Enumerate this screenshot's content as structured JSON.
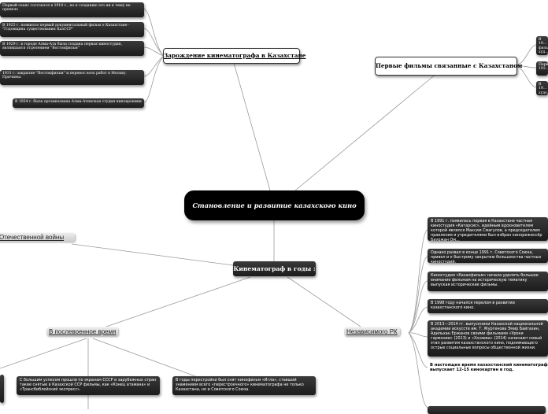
{
  "central": {
    "title": "Становление и развитие казахского кино"
  },
  "branches": {
    "origin": {
      "title": "Зарождение кинематографа в Казахстане",
      "items": [
        "Первый сеанс состоялся в 1910 г., но к созданию это ни к чему не привело",
        "В 1925 г. появился первый документальный фильм о Казахстане - \"Годовщина существования КазССР\"",
        "В 1929 г. в городе Алма-Ата была создана первая киностудия, являвшаяся отделением \"Востокфильм\"",
        "1931 г. закрытие \"Востокфильм\" и перенос всех работ в Москву. Причины:",
        "В 1934 г. была организована Алма-Атинская студия кинохроники"
      ]
    },
    "first_films": {
      "title": "Первые фильмы связанные с Казахстаном",
      "items": [
        "В 19... филь... худ...",
        "Перв... 192...",
        "В 19... худо..."
      ]
    },
    "years": {
      "title": "Кинематограф в годы :",
      "war": {
        "label": "Отечественной войны"
      },
      "postwar": {
        "label": "В послевоенное время",
        "items": [
          "С большим успехом прошли по экранам СССР и зарубежных стран такие снятые в Казахской ССР фильмы, как «Конец атамана» и «Трансбиблейский экспресс».",
          "В годы перестройки был снят кинофильм «Игла», ставший знамением всего «перестроечного» кинематографа не только Казахстана, но и Советского Союза."
        ]
      },
      "independent": {
        "label": "Независимого РК",
        "items": [
          "В 1991 г. появилась первая в Казахстане частная киностудия «Катарсис», идейным вдохновителем которой являлся Максим Смагулов, а председателем правления и учредителями был избран кинорежиссёр Бауржан Ом...",
          "Однако развал в конце 1991 г. Советского Союза, привел и к быстрому закрытию большинства частных киностудий.",
          "Киностудия «Казахфильм» начала уделять большое внимание фильмам на историческую тематику выпуская исторические фильмы.",
          "В 1998 году начался перелом в развитии казахстанского кино.",
          "В 2013—2014 гг. выпускники Казахской национальной академии искусств им. Т. Жургенова Эмир Байгазин, Адильхан Ержанов своими фильмами «Уроки гармонии» (2013) и «Хозяева» (2014) начинают новый этап развития казахстанского кино, поднимающего острые социальные вопросы общественной жизни.",
          "В настоящее время казахстанский кинематограф выпускает 12-15 кинокартин в год."
        ]
      }
    }
  }
}
